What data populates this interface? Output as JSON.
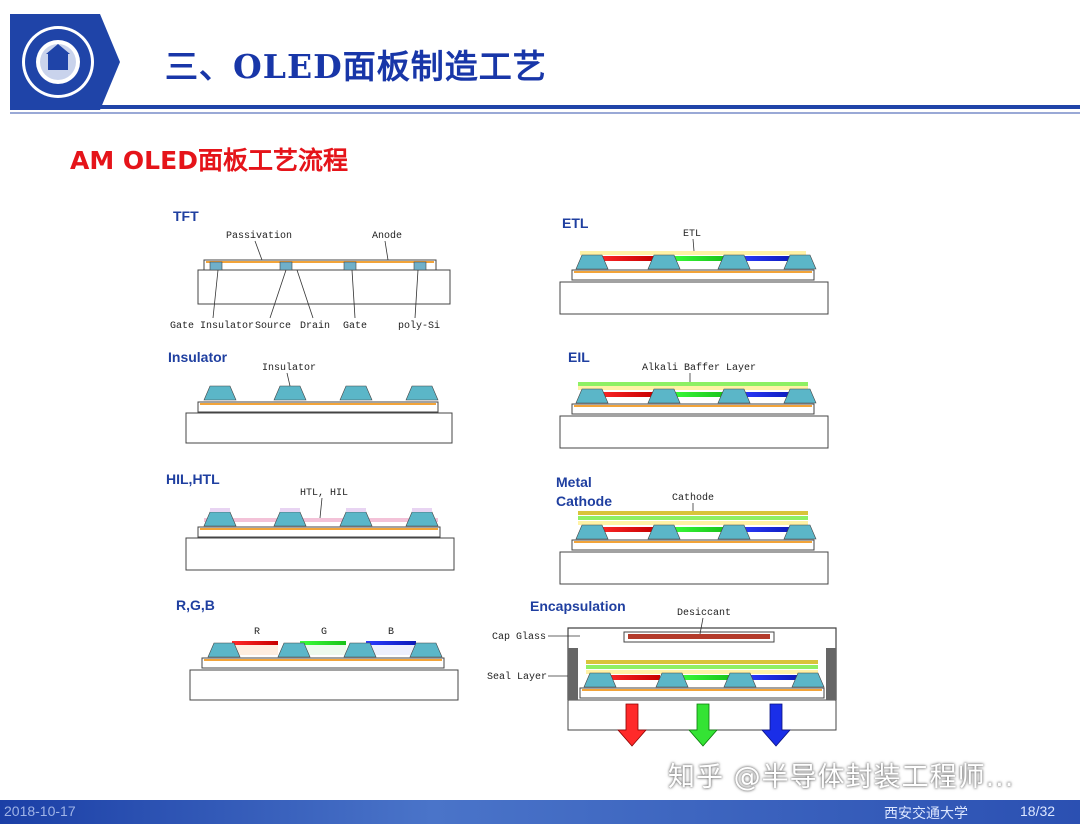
{
  "header": {
    "title": "三、OLED面板制造工艺"
  },
  "subtitle": "AM OLED面板工艺流程",
  "steps": {
    "tft": {
      "label": "TFT",
      "passivation": "Passivation",
      "anode": "Anode",
      "gate_insulator": "Gate Insulator",
      "source": "Source",
      "drain": "Drain",
      "gate": "Gate",
      "poly_si": "poly-Si"
    },
    "insulator": {
      "label": "Insulator",
      "anno": "Insulator"
    },
    "hil_htl": {
      "label": "HIL,HTL",
      "anno": "HTL, HIL"
    },
    "rgb": {
      "label": "R,G,B",
      "r": "R",
      "g": "G",
      "b": "B"
    },
    "etl": {
      "label": "ETL",
      "anno": "ETL"
    },
    "eil": {
      "label": "EIL",
      "anno": "Alkali Baffer Layer"
    },
    "metal_cathode": {
      "label_line1": "Metal",
      "label_line2": "Cathode",
      "anno": "Cathode"
    },
    "encapsulation": {
      "label": "Encapsulation",
      "desiccant": "Desiccant",
      "cap_glass": "Cap Glass",
      "seal_layer": "Seal Layer"
    }
  },
  "watermark": "知乎 @半导体封装工程师...",
  "footer": {
    "date": "2018-10-17",
    "university": "西安交通大学",
    "page": "18/32"
  },
  "colors": {
    "title_blue": "#1836a8",
    "subtitle_red": "#e5141a",
    "label_blue": "#1f3fa0",
    "footer_blue": "#2b50b2"
  }
}
